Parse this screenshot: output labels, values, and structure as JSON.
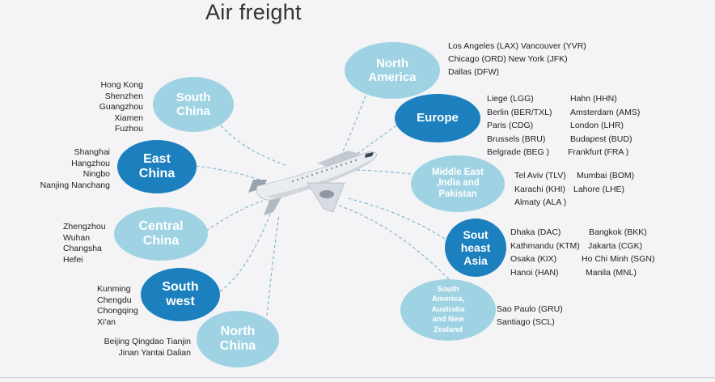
{
  "title": "Air freight",
  "china_regions": [
    {
      "label": "South China",
      "cities": [
        "Hong Kong",
        "Shenzhen",
        "Guangzhou",
        "Xiamen",
        "Fuzhou"
      ]
    },
    {
      "label": "East China",
      "cities": [
        "Shanghai",
        "Hangzhou",
        "Ningbo",
        "Nanjing Nanchang"
      ]
    },
    {
      "label": "Central China",
      "cities": [
        "Zhengzhou",
        "Wuhan",
        "Changsha",
        "Hefei"
      ]
    },
    {
      "label": "South west",
      "cities": [
        "Kunming",
        "Chengdu",
        "Chongqing",
        "Xi'an"
      ]
    },
    {
      "label": "North China",
      "cities": [
        "Beijing Qingdao Tianjin",
        "Jinan Yantai Dalian"
      ]
    }
  ],
  "destinations": [
    {
      "label": "North America",
      "airports": [
        "Los Angeles (LAX)  Vancouver (YVR)",
        "Chicago (ORD)  New York (JFK)",
        "Dallas (DFW)"
      ]
    },
    {
      "label": "Europe",
      "airports": [
        [
          "Liege (LGG)",
          "Hahn (HHN)"
        ],
        [
          "Berlin  (BER/TXL)",
          "Amsterdam  (AMS)"
        ],
        [
          "Paris (CDG)",
          "London (LHR)"
        ],
        [
          "Brussels (BRU)",
          "Budapest  (BUD)"
        ],
        [
          "Belgrade  (BEG )",
          "Frankfurt  (FRA )"
        ]
      ]
    },
    {
      "label": "Middle East ,India and Pakistan",
      "airports": [
        [
          "Tel Aviv (TLV)",
          "Mumbai (BOM)"
        ],
        [
          "Karachi (KHI)",
          "Lahore (LHE)"
        ],
        [
          "Almaty  (ALA )",
          ""
        ]
      ]
    },
    {
      "label": "Sout heast Asia",
      "airports": [
        [
          "Dhaka (DAC)",
          "Bangkok (BKK)"
        ],
        [
          "Kathmandu (KTM)",
          "Jakarta  (CGK)"
        ],
        [
          "Osaka  (KIX)",
          "Ho Chi Minh  (SGN)"
        ],
        [
          "Hanoi  (HAN)",
          "Manila  (MNL)"
        ]
      ]
    },
    {
      "label": "South America, Australia and New Zealand",
      "airports": [
        "Sao Paulo (GRU)",
        "Santiago (SCL)"
      ]
    }
  ],
  "colors": {
    "light_bubble": "#9fd3e3",
    "dark_bubble": "#1b80bd",
    "connector": "#7ab3cc"
  },
  "icons": {
    "center": "airplane-icon"
  }
}
